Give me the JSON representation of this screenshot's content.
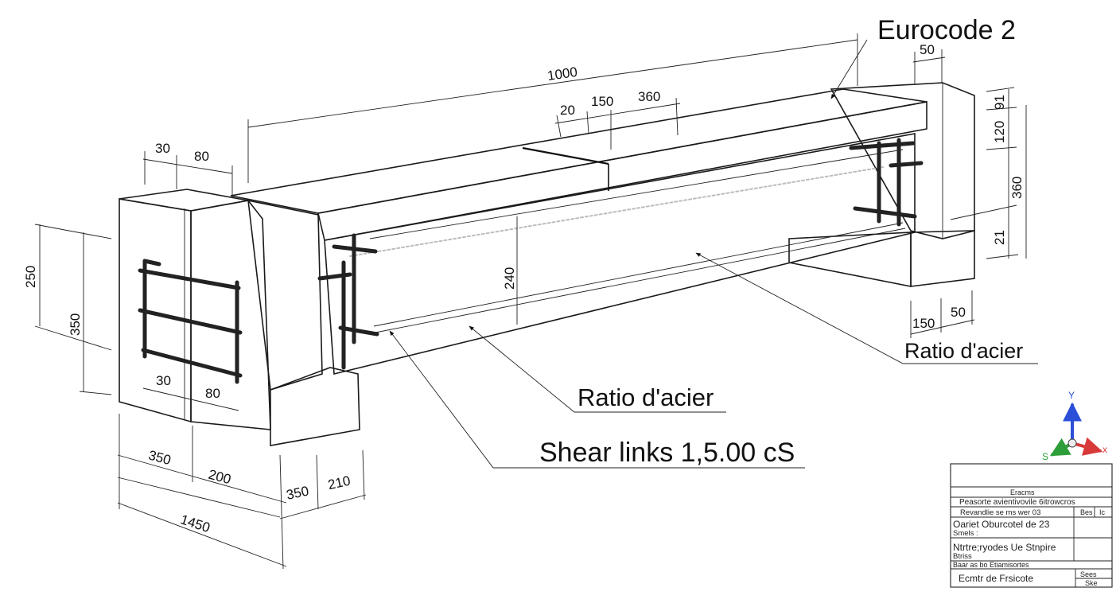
{
  "header": {
    "title": "Eurocode 2"
  },
  "dimensions": {
    "d1000": "1000",
    "d50_top": "50",
    "d91": "91",
    "d120": "120",
    "d360_right": "360",
    "d21": "21",
    "d150_right": "150",
    "d50_right": "50",
    "d20": "20",
    "d150_top": "150",
    "d360_top": "360",
    "d30": "30",
    "d80": "80",
    "d250": "250",
    "d350_left": "350",
    "d240": "240",
    "d30_inner": "30",
    "d80_inner": "80",
    "d350_bottom": "350",
    "d200": "200",
    "d350_b2": "350",
    "d210": "210",
    "d1450": "1450"
  },
  "callouts": {
    "ratio_right": "Ratio d'acier",
    "ratio_center": "Ratio d'acier",
    "shear_links": "Shear links  1,5.00 cS"
  },
  "axes": {
    "y": "Y",
    "s": "S",
    "x": "x"
  },
  "axis_colors": {
    "y": "#2b4fd8",
    "x": "#d83a3a",
    "s": "#2e9e3a"
  },
  "title_block": {
    "r1": "Eracms",
    "r2": "Peasorte avientivovile 6itrowcros",
    "r3a": "Revandlie se ms wer 03",
    "r3b": "Bes",
    "r3c": "Ic",
    "r4a": "Oariet Oburcotel de 23",
    "r4b": "Smels :",
    "r5a": "Ntrtre;ryodes Ue Stnpire",
    "r5b": "Btriss",
    "r6": "Baar as bo Etiamisortes",
    "r7a": "Ecmtr   de   Frsicote",
    "r7b": "Sees",
    "r7c": "Ske"
  }
}
